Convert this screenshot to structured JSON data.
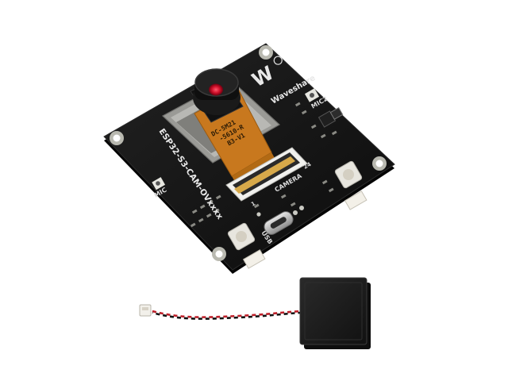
{
  "product_photo": {
    "board": {
      "brand_text": "Waveshare",
      "model_text": "ESP32-S3-CAM-OVxxxx",
      "mic_left_label": "MIC",
      "mic_right_label": "MIC2",
      "usb_label": "USB",
      "camera_label": "CAMERA",
      "pin_labels": [
        "1",
        "24"
      ],
      "flex_cable_text": [
        "DC-5M21",
        "-5610-R",
        "B3-V1"
      ],
      "colors": {
        "pcb": "#141414",
        "flex_cable": "#c8781e",
        "lens_dot": "#e0203a",
        "connector": "#f1f1ee"
      }
    },
    "battery": {
      "colors": {
        "pack": "#1b1b1b",
        "wire_red": "#c0202a",
        "wire_black": "#111111"
      }
    }
  }
}
